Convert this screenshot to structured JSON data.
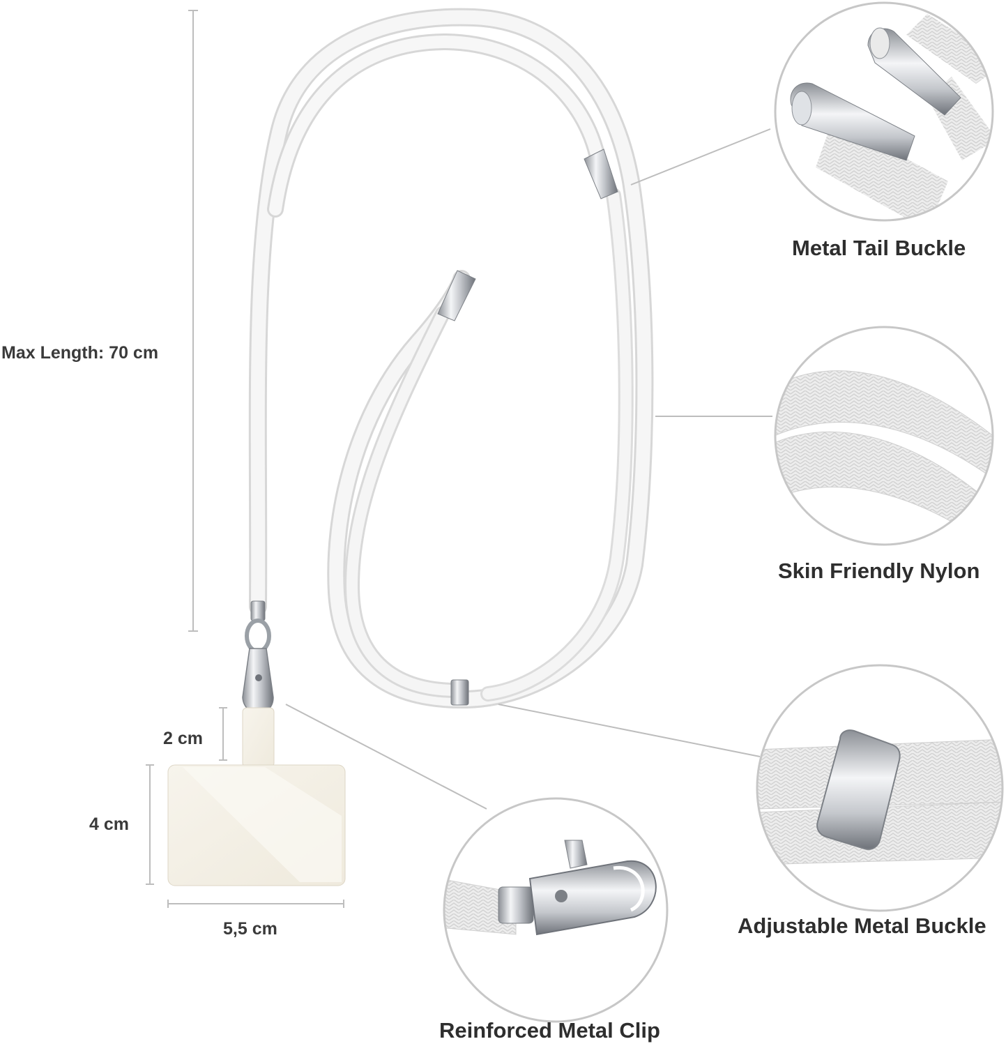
{
  "dimensions": {
    "max_length": "Max Length: 70 cm",
    "tab_neck_height": "2 cm",
    "tab_height": "4 cm",
    "tab_width": "5,5 cm"
  },
  "features": {
    "tail_buckle": "Metal Tail Buckle",
    "nylon": "Skin Friendly Nylon",
    "adjustable_buckle": "Adjustable Metal Buckle",
    "clip": "Reinforced Metal Clip"
  },
  "colors": {
    "background": "#ffffff",
    "cord": "#f4f4f4",
    "metal": "#c9ccd0",
    "tab": "#f3efe4",
    "text": "#333333",
    "guide_line": "#bdbdbd"
  }
}
